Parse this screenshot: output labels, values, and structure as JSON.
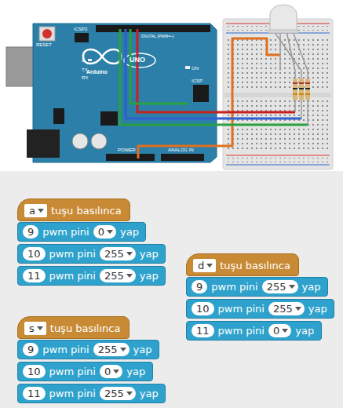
{
  "diagram": {
    "nodes": [
      {
        "text": [
          "a",
          "tuşu basılınca"
        ]
      },
      {
        "text": [
          "9",
          "pwm pini",
          "0",
          "yap"
        ]
      },
      {
        "text": [
          "10",
          "pwm pini",
          "255",
          "yap"
        ]
      },
      {
        "text": [
          "11",
          "pwm pini",
          "255",
          "yap"
        ]
      },
      {
        "text": [
          "d",
          "tuşu basılınca"
        ]
      },
      {
        "text": [
          "9",
          "pwm pini",
          "255",
          "yap"
        ]
      },
      {
        "text": [
          "10",
          "pwm pini",
          "255",
          "yap"
        ]
      },
      {
        "text": [
          "11",
          "pwm pini",
          "0",
          "yap"
        ]
      },
      {
        "text": [
          "s",
          "tuşu basılınca"
        ]
      },
      {
        "text": [
          "9",
          "pwm pini",
          "255",
          "yap"
        ]
      },
      {
        "text": [
          "10",
          "pwm pini",
          "0",
          "yap"
        ]
      },
      {
        "text": [
          "11",
          "pwm pini",
          "255",
          "yap"
        ]
      }
    ],
    "labels": [
      "RESET",
      "ICSP2",
      "L",
      "TX",
      "RX",
      "Arduino",
      "UNO",
      "ON",
      "ICSP",
      "DIGITAL (PWM=~)",
      "POWER",
      "ANALOG IN"
    ]
  }
}
